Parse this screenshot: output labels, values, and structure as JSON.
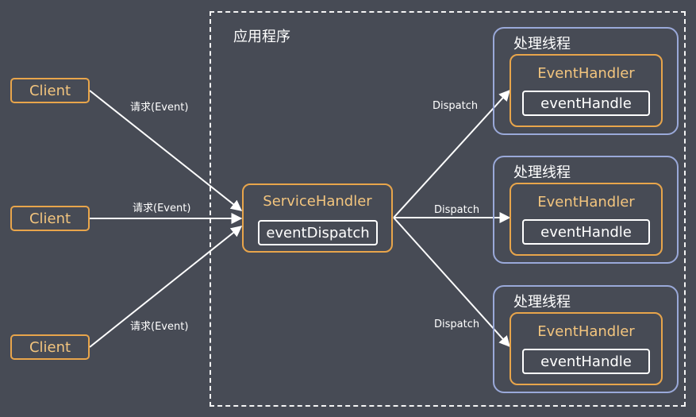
{
  "app_region": {
    "title": "应用程序"
  },
  "clients": [
    {
      "label": "Client",
      "request_label": "请求(Event)"
    },
    {
      "label": "Client",
      "request_label": "请求(Event)"
    },
    {
      "label": "Client",
      "request_label": "请求(Event)"
    }
  ],
  "service_handler": {
    "title": "ServiceHandler",
    "method": "eventDispatch"
  },
  "threads": [
    {
      "title": "处理线程",
      "dispatch_label": "Dispatch",
      "handler": {
        "title": "EventHandler",
        "method": "eventHandle"
      }
    },
    {
      "title": "处理线程",
      "dispatch_label": "Dispatch",
      "handler": {
        "title": "EventHandler",
        "method": "eventHandle"
      }
    },
    {
      "title": "处理线程",
      "dispatch_label": "Dispatch",
      "handler": {
        "title": "EventHandler",
        "method": "eventHandle"
      }
    }
  ],
  "colors": {
    "background": "#474b55",
    "accent_orange": "#e8a54b",
    "orange_text": "#f3c57e",
    "thread_border": "#9aa9d9",
    "line": "#ffffff"
  }
}
